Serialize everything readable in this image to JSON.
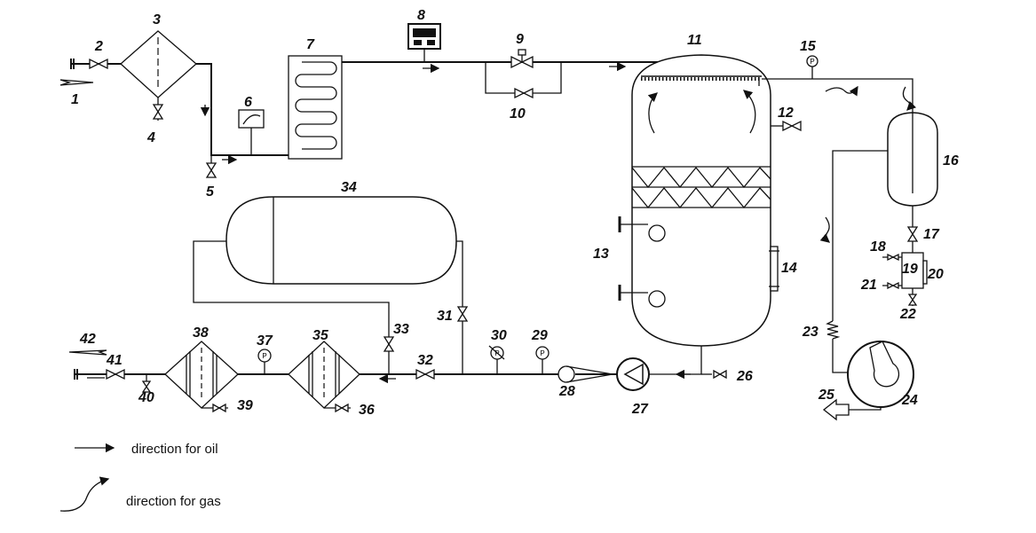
{
  "labels": {
    "l1": "1",
    "l2": "2",
    "l3": "3",
    "l4": "4",
    "l5": "5",
    "l6": "6",
    "l7": "7",
    "l8": "8",
    "l9": "9",
    "l10": "10",
    "l11": "11",
    "l12": "12",
    "l13": "13",
    "l14": "14",
    "l15": "15",
    "l16": "16",
    "l17": "17",
    "l18": "18",
    "l19": "19",
    "l20": "20",
    "l21": "21",
    "l22": "22",
    "l23": "23",
    "l24": "24",
    "l25": "25",
    "l26": "26",
    "l27": "27",
    "l28": "28",
    "l29": "29",
    "l30": "30",
    "l31": "31",
    "l32": "32",
    "l33": "33",
    "l34": "34",
    "l35": "35",
    "l36": "36",
    "l37": "37",
    "l38": "38",
    "l39": "39",
    "l40": "40",
    "l41": "41",
    "l42": "42"
  },
  "gauge_letter": "P",
  "legend": {
    "oil": "direction for oil",
    "gas": "direction for gas"
  }
}
